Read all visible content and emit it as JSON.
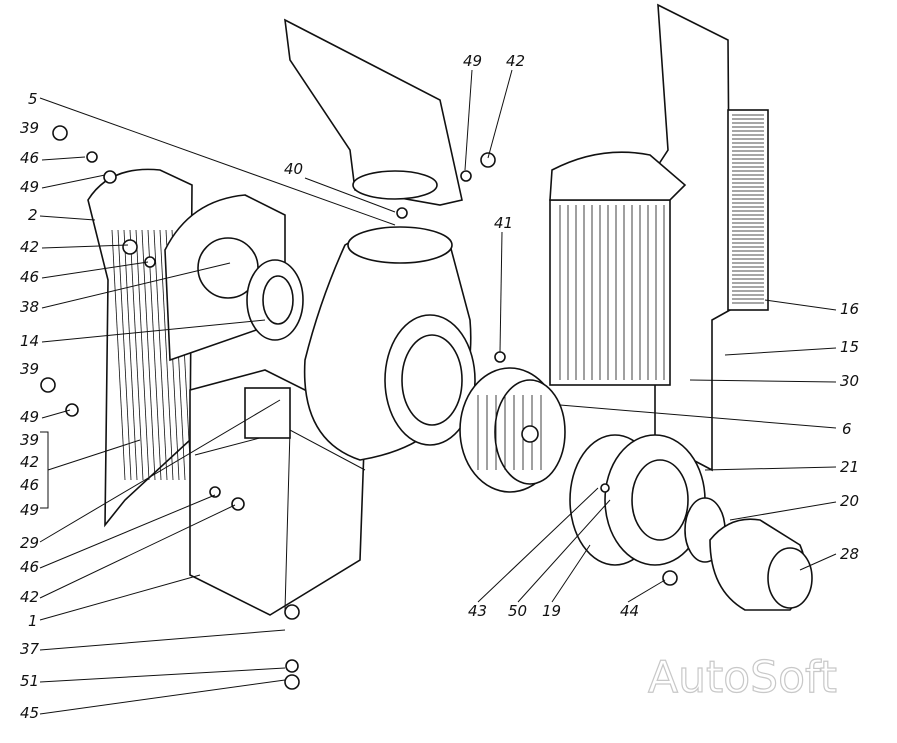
{
  "diagram": {
    "labels": [
      "5",
      "39",
      "46",
      "49",
      "2",
      "42",
      "46",
      "38",
      "14",
      "39",
      "49",
      "39",
      "42",
      "46",
      "49",
      "29",
      "46",
      "42",
      "1",
      "37",
      "51",
      "45",
      "40",
      "49",
      "42",
      "41",
      "16",
      "15",
      "30",
      "6",
      "21",
      "20",
      "28",
      "43",
      "50",
      "19",
      "44"
    ],
    "watermark": "AutoSoft"
  }
}
